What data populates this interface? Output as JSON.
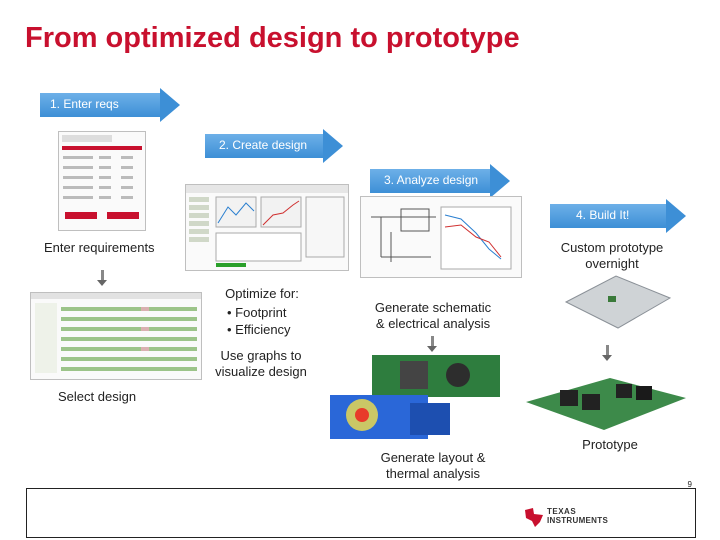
{
  "title": "From optimized design to prototype",
  "steps": [
    {
      "label": "1.  Enter reqs"
    },
    {
      "label": "2. Create design"
    },
    {
      "label": "3. Analyze design"
    },
    {
      "label": "4. Build It!"
    }
  ],
  "labels": {
    "enter_requirements": "Enter requirements",
    "optimize_for": "Optimize for:",
    "footprint": "• Footprint",
    "efficiency": "• Efficiency",
    "use_graphs_1": "Use graphs to",
    "use_graphs_2": "visualize design",
    "select_design": "Select design",
    "gen_schematic_1": "Generate schematic",
    "gen_schematic_2": "& electrical analysis",
    "gen_layout_1": "Generate layout &",
    "gen_layout_2": "thermal analysis",
    "custom_proto_1": "Custom prototype",
    "custom_proto_2": "overnight",
    "prototype": "Prototype"
  },
  "page_number": "9",
  "logo": {
    "line1": "TEXAS",
    "line2": "INSTRUMENTS"
  },
  "colors": {
    "title": "#c8102e",
    "arrow": "#3d8fd6",
    "ti_red": "#c8102e"
  }
}
